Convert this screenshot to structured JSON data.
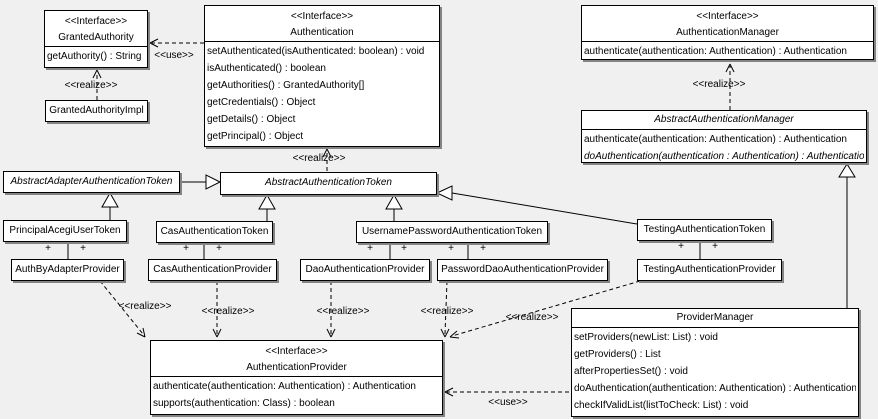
{
  "labels": {
    "use": "<<use>>",
    "realize": "<<realize>>",
    "plus": "+"
  },
  "colors": {
    "background": "#f0f0f0",
    "box_fill": "#ffffff",
    "line": "#000000",
    "shadow": "#848484"
  },
  "classes": {
    "granted_authority": {
      "stereotype": "<<Interface>>",
      "name": "GrantedAuthority",
      "methods": [
        "getAuthority() : String"
      ]
    },
    "granted_authority_impl": {
      "name": "GrantedAuthorityImpl"
    },
    "authentication": {
      "stereotype": "<<Interface>>",
      "name": "Authentication",
      "methods": [
        "setAuthenticated(isAuthenticated: boolean) : void",
        "isAuthenticated() : boolean",
        "getAuthorities() : GrantedAuthority[]",
        "getCredentials() : Object",
        "getDetails() : Object",
        "getPrincipal() : Object"
      ]
    },
    "authentication_manager": {
      "stereotype": "<<Interface>>",
      "name": "AuthenticationManager",
      "methods": [
        "authenticate(authentication: Authentication) : Authentication"
      ]
    },
    "abstract_authentication_manager": {
      "name": "AbstractAuthenticationManager",
      "abstract": true,
      "methods": [
        "authenticate(authentication: Authentication) : Authentication",
        "doAuthentication(authentication : Authentication) : Authentication"
      ]
    },
    "abstract_adapter_authentication_token": {
      "name": "AbstractAdapterAuthenticationToken",
      "abstract": true
    },
    "abstract_authentication_token": {
      "name": "AbstractAuthenticationToken",
      "abstract": true
    },
    "principal_acegi_user_token": {
      "name": "PrincipalAcegiUserToken"
    },
    "cas_authentication_token": {
      "name": "CasAuthenticationToken"
    },
    "username_password_authentication_token": {
      "name": "UsernamePasswordAuthenticationToken"
    },
    "testing_authentication_token": {
      "name": "TestingAuthenticationToken"
    },
    "auth_by_adapter_provider": {
      "name": "AuthByAdapterProvider"
    },
    "cas_authentication_provider": {
      "name": "CasAuthenticationProvider"
    },
    "dao_authentication_provider": {
      "name": "DaoAuthenticationProvider"
    },
    "password_dao_authentication_provider": {
      "name": "PasswordDaoAuthenticationProvider"
    },
    "testing_authentication_provider": {
      "name": "TestingAuthenticationProvider"
    },
    "authentication_provider": {
      "stereotype": "<<Interface>>",
      "name": "AuthenticationProvider",
      "methods": [
        "authenticate(authentication: Authentication) : Authentication",
        "supports(authentication: Class) : boolean"
      ]
    },
    "provider_manager": {
      "name": "ProviderManager",
      "methods": [
        "setProviders(newList: List) : void",
        "getProviders() : List",
        "afterPropertiesSet() : void",
        "doAuthentication(authentication: Authentication) : Authentication",
        "checkIfValidList(listToCheck: List) : void"
      ]
    }
  }
}
